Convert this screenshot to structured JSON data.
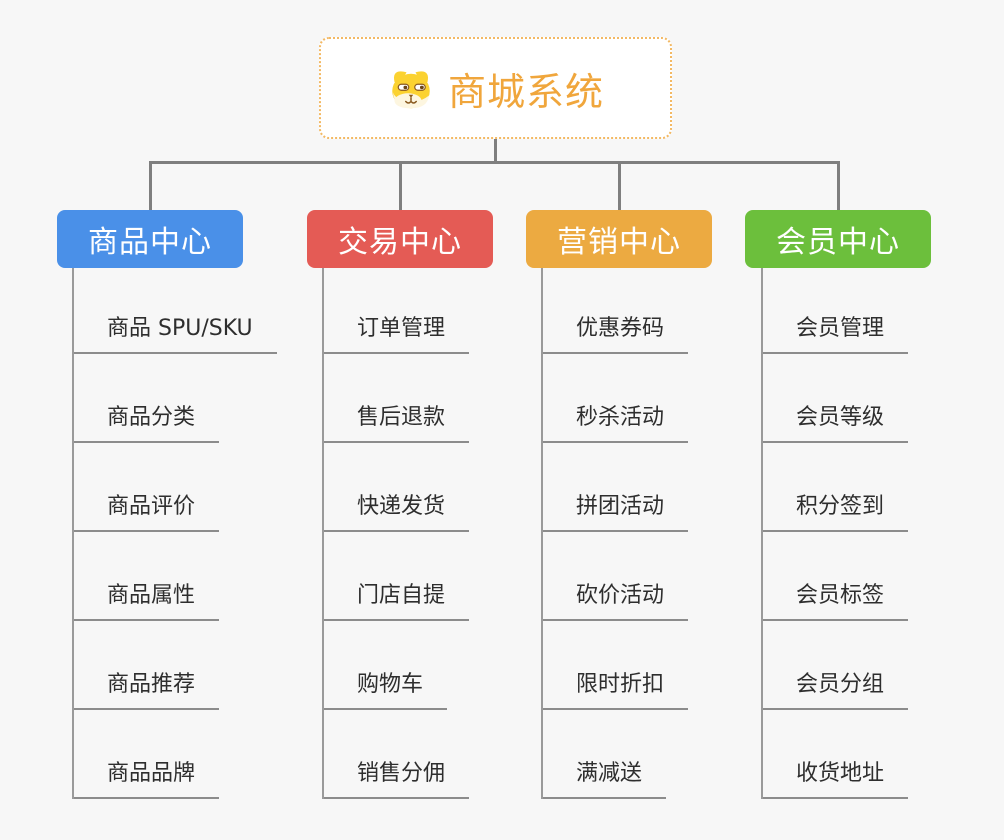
{
  "page": {
    "background_color": "#f7f7f7"
  },
  "root": {
    "title": "商城系统",
    "title_color": "#f0a63c",
    "border_color": "#f3b964",
    "icon": "dog-face-icon"
  },
  "connectors": {
    "color": "#7f7f7f",
    "trunk_color": "#9a9a9a",
    "underline_color": "#8c8c8c"
  },
  "categories": [
    {
      "label": "商品中心",
      "color": "#4a90e8",
      "items": [
        "商品 SPU/SKU",
        "商品分类",
        "商品评价",
        "商品属性",
        "商品推荐",
        "商品品牌"
      ]
    },
    {
      "label": "交易中心",
      "color": "#e45b55",
      "items": [
        "订单管理",
        "售后退款",
        "快递发货",
        "门店自提",
        "购物车",
        "销售分佣"
      ]
    },
    {
      "label": "营销中心",
      "color": "#ecaa41",
      "items": [
        "优惠券码",
        "秒杀活动",
        "拼团活动",
        "砍价活动",
        "限时折扣",
        "满减送"
      ]
    },
    {
      "label": "会员中心",
      "color": "#6cbf3c",
      "items": [
        "会员管理",
        "会员等级",
        "积分签到",
        "会员标签",
        "会员分组",
        "收货地址"
      ]
    }
  ]
}
